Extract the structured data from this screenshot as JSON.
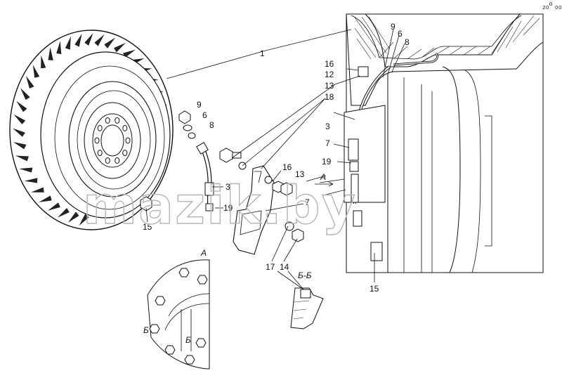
{
  "watermark": "mazik.by",
  "corner_mark": "₂₀⁰ ₀₀₀",
  "section_labels": {
    "view_a": "А",
    "section_bb": "Б-Б",
    "b_left": "Б",
    "b_right": "Б",
    "arrow_a": "А"
  },
  "callouts": {
    "n1": "1",
    "n9_left": "9",
    "n6_left": "6",
    "n8_left": "8",
    "n3_left": "3",
    "n19_left": "19",
    "n15_left": "15",
    "n18": "18",
    "n16_mid": "16",
    "n13_mid": "13",
    "n7_mid": "7",
    "n17": "17",
    "n14": "14",
    "n16_right": "16",
    "n12": "12",
    "n13_right": "13",
    "n9_right": "9",
    "n6_right": "6",
    "n8_right": "8",
    "n3_right": "3",
    "n7_right": "7",
    "n19_right": "19",
    "n15_right": "15"
  },
  "colors": {
    "ink": "#111111",
    "watermark": "#b5b5b5",
    "paper": "#ffffff"
  }
}
